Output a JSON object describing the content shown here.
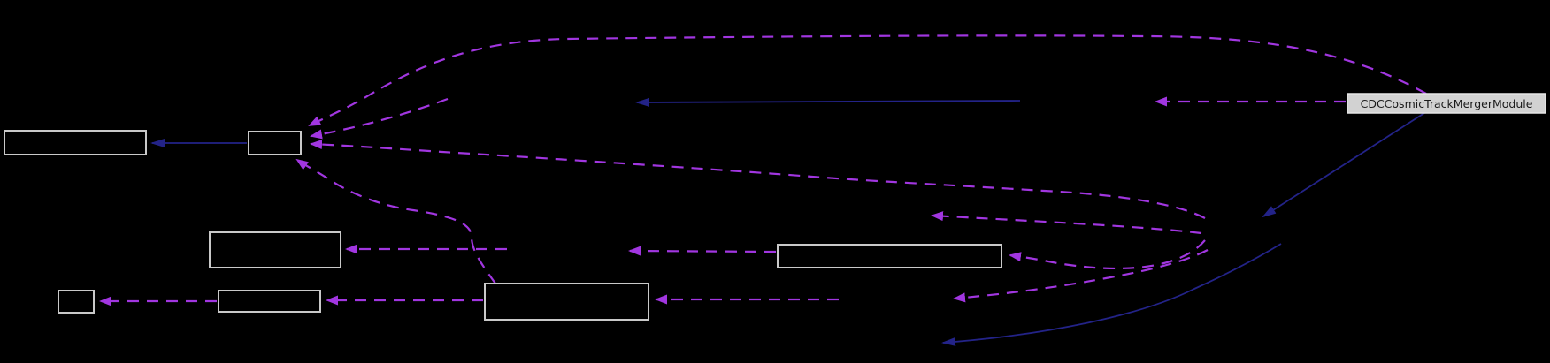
{
  "main_node": {
    "label": "CDCCosmicTrackMergerModule"
  },
  "graph": {
    "type": "collaboration-diagram",
    "unlabeled_visible_boxes": 7,
    "dashed_usage_edge_count": 13,
    "solid_inheritance_edge_count": 4
  },
  "colors": {
    "background": "#000000",
    "usage_edge": "#a136e0",
    "inheritance_edge": "#232388",
    "node_border": "#c9c9c9",
    "main_node_fill": "#d2d2d2",
    "main_node_text": "#1a1a1a"
  }
}
